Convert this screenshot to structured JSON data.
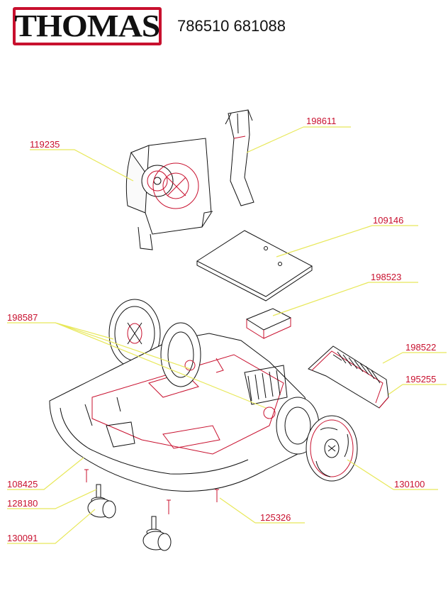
{
  "brand": {
    "logo_text": "THOMAS"
  },
  "header": {
    "model_numbers": "786510 681088"
  },
  "colors": {
    "accent": "#c8102e",
    "leader": "#e8e85a",
    "ink": "#111111"
  },
  "parts": [
    {
      "id": "part-119235",
      "number": "119235"
    },
    {
      "id": "part-198611",
      "number": "198611"
    },
    {
      "id": "part-109146",
      "number": "109146"
    },
    {
      "id": "part-198523",
      "number": "198523"
    },
    {
      "id": "part-198587",
      "number": "198587"
    },
    {
      "id": "part-198522",
      "number": "198522"
    },
    {
      "id": "part-195255",
      "number": "195255"
    },
    {
      "id": "part-108425",
      "number": "108425"
    },
    {
      "id": "part-130100",
      "number": "130100"
    },
    {
      "id": "part-128180",
      "number": "128180"
    },
    {
      "id": "part-125326",
      "number": "125326"
    },
    {
      "id": "part-130091",
      "number": "130091"
    }
  ]
}
